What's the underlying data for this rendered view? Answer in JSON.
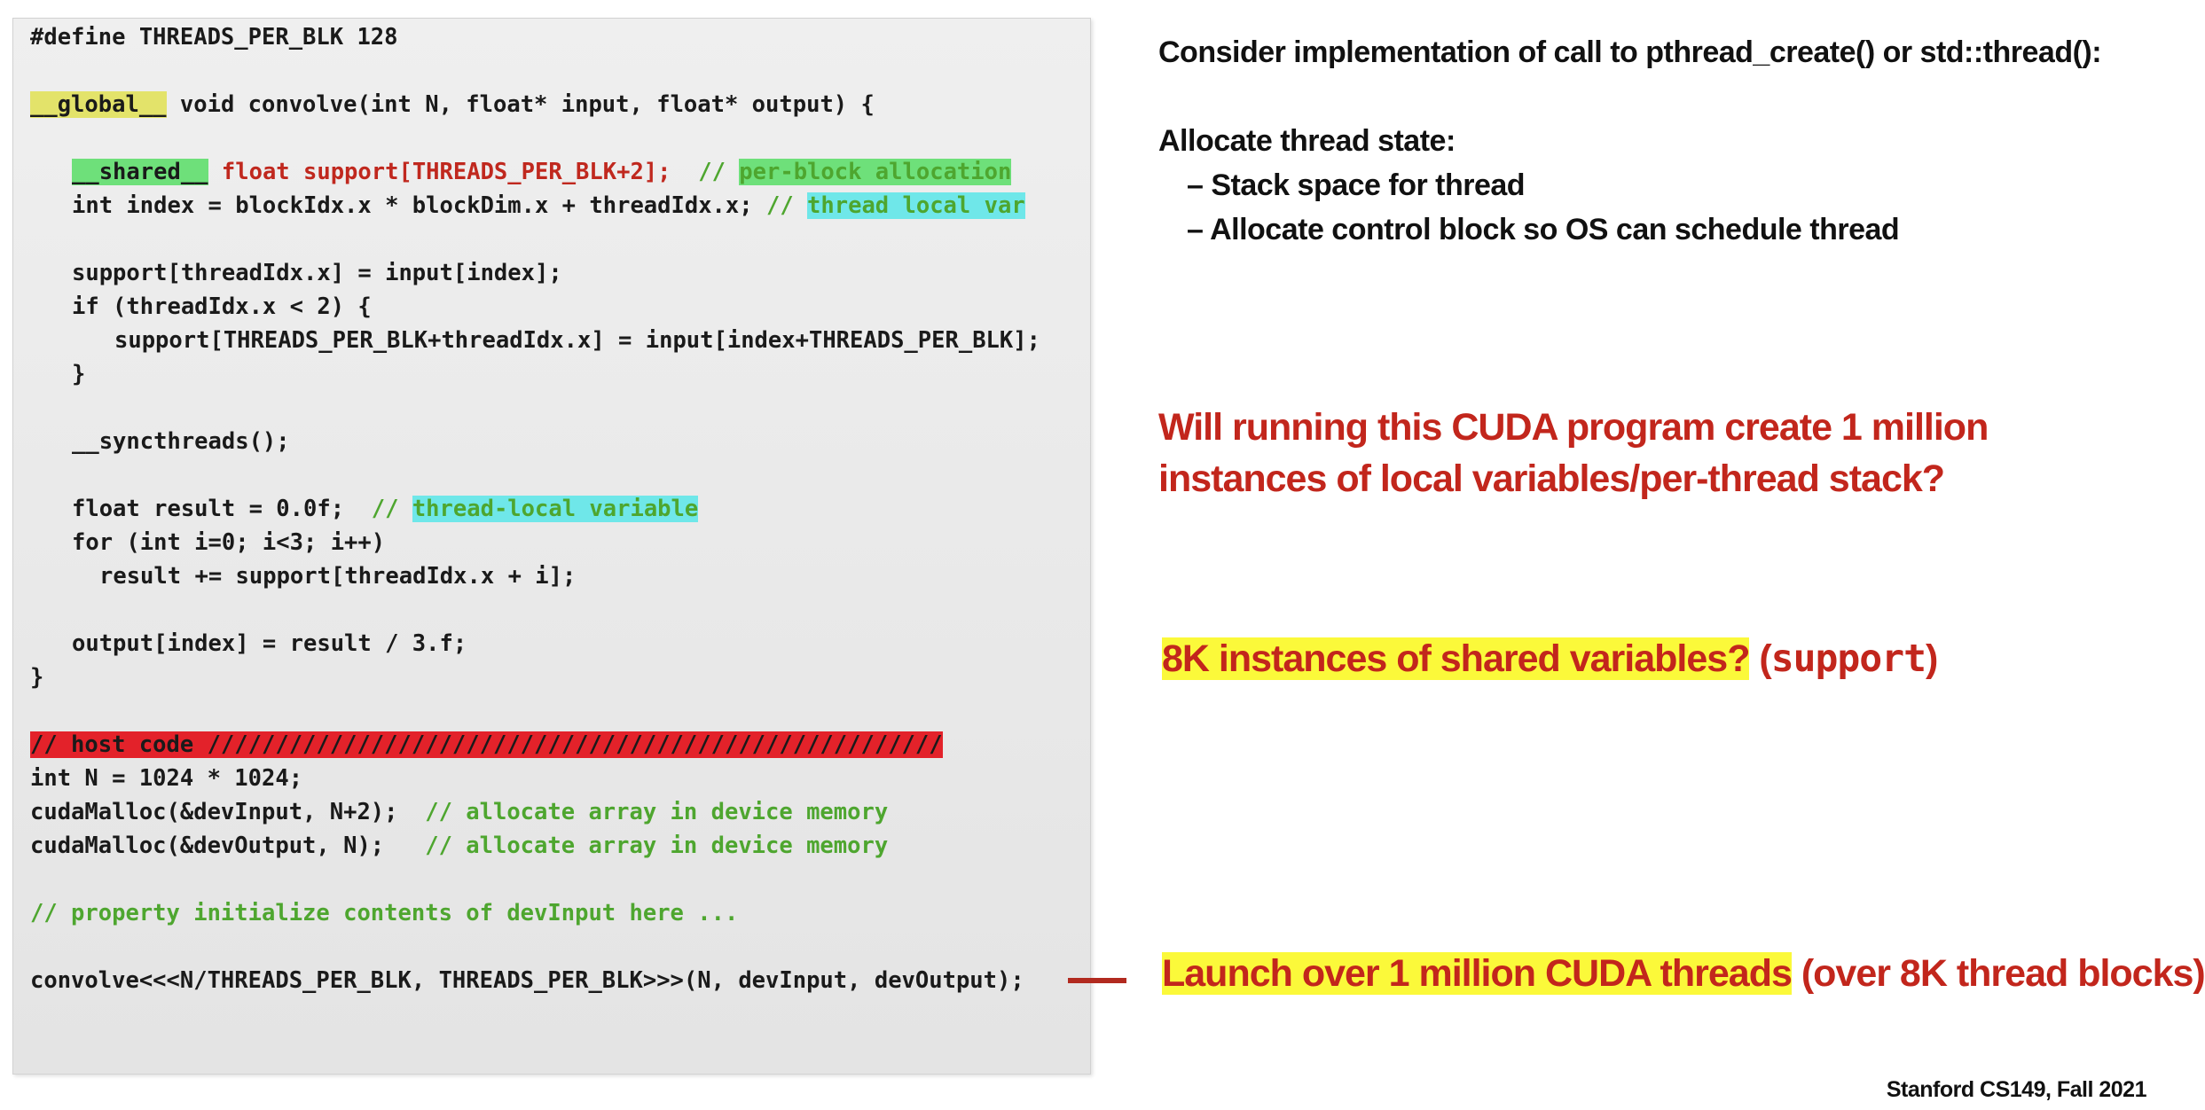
{
  "code": {
    "define": "#define THREADS_PER_BLK 128",
    "global_kw": "__global__",
    "signature": " void convolve(int N, float* input, float* output) {",
    "shared_kw": "__shared__",
    "support_decl": " float support[THREADS_PER_BLK+2];",
    "comment_slashes_1": "  // ",
    "comment_per_block": "per-block allocation",
    "index_decl": "int index = blockIdx.x * blockDim.x + threadIdx.x; ",
    "comment_slashes_2": "// ",
    "comment_thread_local_var": "thread local var",
    "support_assign": "support[threadIdx.x] = input[index];",
    "if_line": "if (threadIdx.x < 2) {",
    "support_assign2": "support[THREADS_PER_BLK+threadIdx.x] = input[index+THREADS_PER_BLK];",
    "close_if": "}",
    "syncthreads": "__syncthreads();",
    "result_decl": "float result = 0.0f;  ",
    "comment_slashes_3": "// ",
    "comment_thread_local_variable": "thread-local variable",
    "for_line": "for (int i=0; i<3; i++)",
    "result_accum": "result += support[threadIdx.x + i];",
    "output_assign": "output[index] = result / 3.f;",
    "close_fn": "}",
    "host_code_bar": "// host code //////////////////////////////////////////////////////",
    "int_n": "int N = 1024 * 1024;",
    "malloc_input": "cudaMalloc(&devInput, N+2);  ",
    "comment_alloc_1": "// allocate array in device memory",
    "malloc_output": "cudaMalloc(&devOutput, N);   ",
    "comment_alloc_2": "// allocate array in device memory",
    "comment_init": "// property initialize contents of devInput here ...",
    "launch": "convolve<<<N/THREADS_PER_BLK, THREADS_PER_BLK>>>(N, devInput, devOutput);"
  },
  "notes": {
    "consider": "Consider implementation of call to pthread_create() or std::thread():",
    "allocate_heading": "Allocate thread state:",
    "bullet_1": "–  Stack space for thread",
    "bullet_2": "–  Allocate control block so OS can schedule thread",
    "question_1_line_1": "Will running this CUDA program create 1 million",
    "question_1_line_2": "instances of local variables/per-thread stack?",
    "question_2_highlight": "8K instances of shared variables?",
    "question_2_code": "support",
    "question_2_paren_open": " (",
    "question_2_paren_close": ")",
    "launch_highlight": "Launch over 1 million CUDA threads",
    "launch_suffix": " (over 8K thread blocks)"
  },
  "footer": "Stanford CS149, Fall 2021",
  "colors": {
    "accent_red": "#c2261c",
    "comment_green": "#4ea62f",
    "highlight_yellow": "#fbf93a"
  }
}
